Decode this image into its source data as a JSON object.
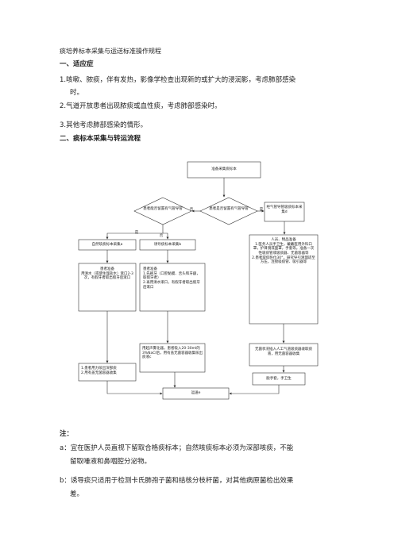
{
  "doc": {
    "title": "痰培养标本采集与运送标准操作规程",
    "section1": "一、适应症",
    "indications": [
      "1.咳嗽、脓痰，伴有发热，影像学检查出现新的或扩大的浸润影，考虑肺部感染",
      "时。",
      "2.气道开放患者出现脓痰或血性痰，考虑肺部感染时。",
      "3.其他考虑肺部感染的情形。"
    ],
    "section2": "二、痰标本采集与转运流程",
    "notes_title": "注：",
    "notes": [
      "a：宜在医护人员直视下留取合格痰标本；自然咳痰标本必须为深部咳痰，不能",
      "留取唾液和鼻咽腔分泌物。",
      "b：诱导痰只适用于检测卡氏肺孢子菌和结核分枝杆菌，对其他病原菌检出效果",
      "差。"
    ]
  },
  "flow": {
    "start": "准备采集痰标本",
    "d_main": "患者是否留置有气管导管",
    "d_left": "患者能否留置有气管导管",
    "no": "否",
    "yes": "是",
    "yes2": "是",
    "no2": "否",
    "airway": "经气管导管吸痰标本采集d",
    "natural": "自然咳痰标本采集a",
    "induced": "诱导痰标本采集b",
    "prep_n": "患者准备\n用清水（或使生理盐水）漱口2-3次，有假牙者取出假牙后漱口",
    "prep_i": "患者准备\n1.先刷牙（口腔黏膜、舌头和牙龈，取假牙者）\n2.再用清水漱口，有假牙者取出假牙后漱口",
    "staff": "人员、物品准备\n1.医务人员手卫生，戴戴医用外科口罩，护目镜或面罩，手套等。准备一次性吸痰管或吸痰器、无菌容器等\n2.患者取仰卧位30°，研究导引清理适至方压，连接吸痰管、吸引器等",
    "cough": "1.患者用力咳出深部痰\n2.用有盖无菌容器收集",
    "nebul": "用超声雾化器，患者吸入20-30ml的3%NaCl后，用有盖无菌容器收集咳出痰液c",
    "suction": "无菌状况插入人工气道吸痰器收取痰液，用无菌容器收集",
    "hand": "脱手套，手卫生",
    "transport": "运送e"
  }
}
